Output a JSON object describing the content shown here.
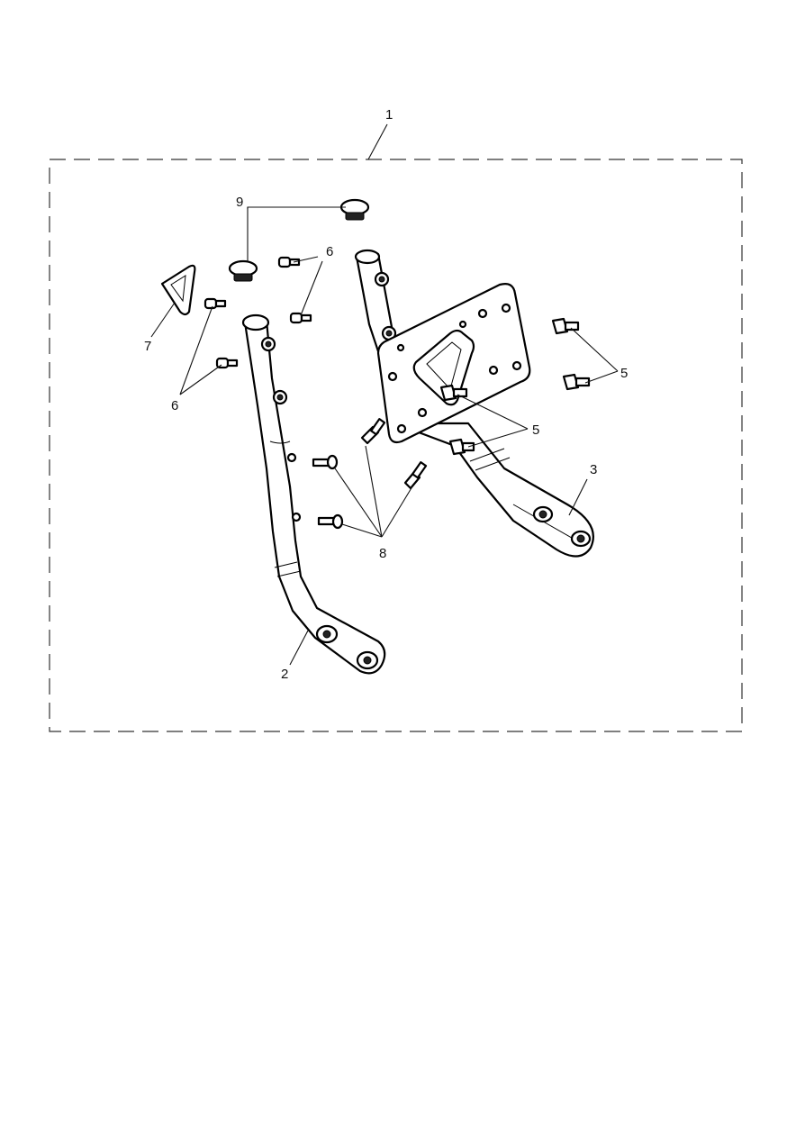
{
  "callouts": {
    "c1": "1",
    "c2": "2",
    "c3": "3",
    "c5a": "5",
    "c5b": "5",
    "c6a": "6",
    "c6b": "6",
    "c7": "7",
    "c8": "8",
    "c9": "9"
  },
  "colors": {
    "line": "#000000",
    "background": "#ffffff"
  }
}
